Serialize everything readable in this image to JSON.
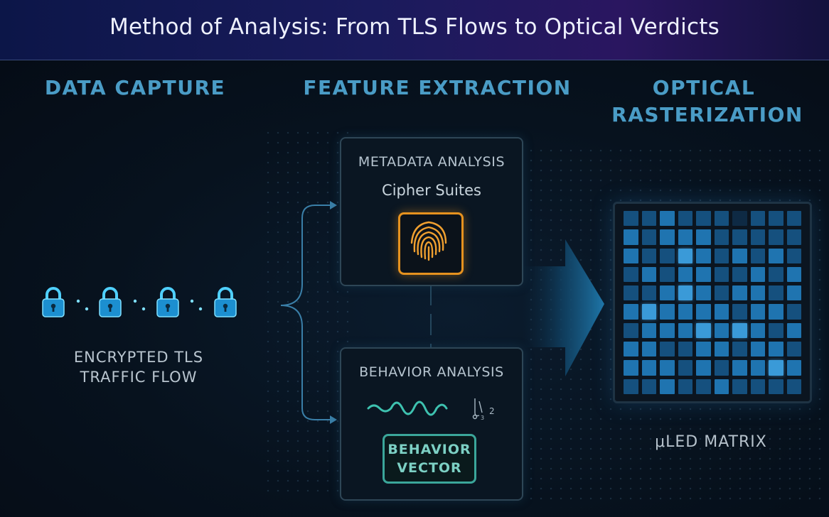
{
  "title": "Method of Analysis: From TLS Flows to Optical Verdicts",
  "columns": {
    "capture": {
      "heading": "DATA CAPTURE",
      "flow_label_line1": "ENCRYPTED TLS",
      "flow_label_line2": "TRAFFIC FLOW"
    },
    "extraction": {
      "heading": "FEATURE EXTRACTION",
      "metadata": {
        "title": "METADATA ANALYSIS",
        "subtitle": "Cipher Suites",
        "icon": "fingerprint-icon"
      },
      "behavior": {
        "title": "BEHAVIOR ANALYSIS",
        "icon": "waveform-icon",
        "button_line1": "BEHAVIOR",
        "button_line2": "VECTOR"
      }
    },
    "rasterization": {
      "heading_line1": "OPTICAL",
      "heading_line2": "RASTERIZATION",
      "matrix_label": "μLED MATRIX",
      "matrix_levels": [
        [
          1,
          1,
          2,
          1,
          1,
          1,
          0,
          1,
          1,
          1
        ],
        [
          2,
          1,
          2,
          2,
          2,
          1,
          1,
          1,
          1,
          1
        ],
        [
          2,
          1,
          1,
          3,
          2,
          1,
          2,
          1,
          2,
          1
        ],
        [
          1,
          2,
          1,
          2,
          2,
          1,
          1,
          2,
          1,
          2
        ],
        [
          1,
          1,
          2,
          3,
          2,
          1,
          2,
          2,
          1,
          2
        ],
        [
          2,
          3,
          2,
          2,
          2,
          2,
          1,
          2,
          2,
          1
        ],
        [
          1,
          2,
          2,
          2,
          3,
          2,
          3,
          2,
          1,
          2
        ],
        [
          2,
          2,
          1,
          1,
          2,
          2,
          1,
          2,
          2,
          1
        ],
        [
          2,
          2,
          2,
          1,
          2,
          1,
          2,
          2,
          3,
          2
        ],
        [
          1,
          1,
          2,
          1,
          1,
          2,
          1,
          1,
          1,
          1
        ]
      ]
    }
  },
  "colors": {
    "accent_blue": "#4a9cc6",
    "flow_cyan": "#3fc6ff",
    "fingerprint_orange": "#e6921f",
    "behavior_teal": "#3ba69a"
  }
}
